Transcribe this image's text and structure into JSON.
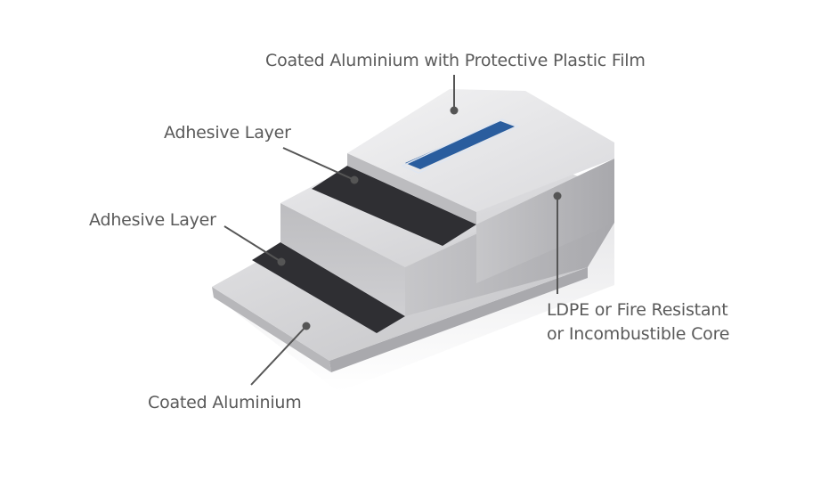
{
  "labels": {
    "top": "Coated Aluminium with Protective Plastic Film",
    "adhesive_upper": "Adhesive Layer",
    "adhesive_lower": "Adhesive Layer",
    "core_line1": "LDPE or Fire Resistant",
    "core_line2": "or Incombustible Core",
    "bottom": "Coated Aluminium"
  },
  "colors": {
    "label_text": "#5a5a5a",
    "leader_line": "#555555",
    "dot": "#555555",
    "adhesive": "#2f2f33",
    "aluminium_light": "#eeeeef",
    "aluminium_mid": "#c9c9cc",
    "aluminium_dark": "#9c9ca0",
    "brand_blue": "#2a5d9e"
  },
  "brand_icon": "brand-logo-strip"
}
